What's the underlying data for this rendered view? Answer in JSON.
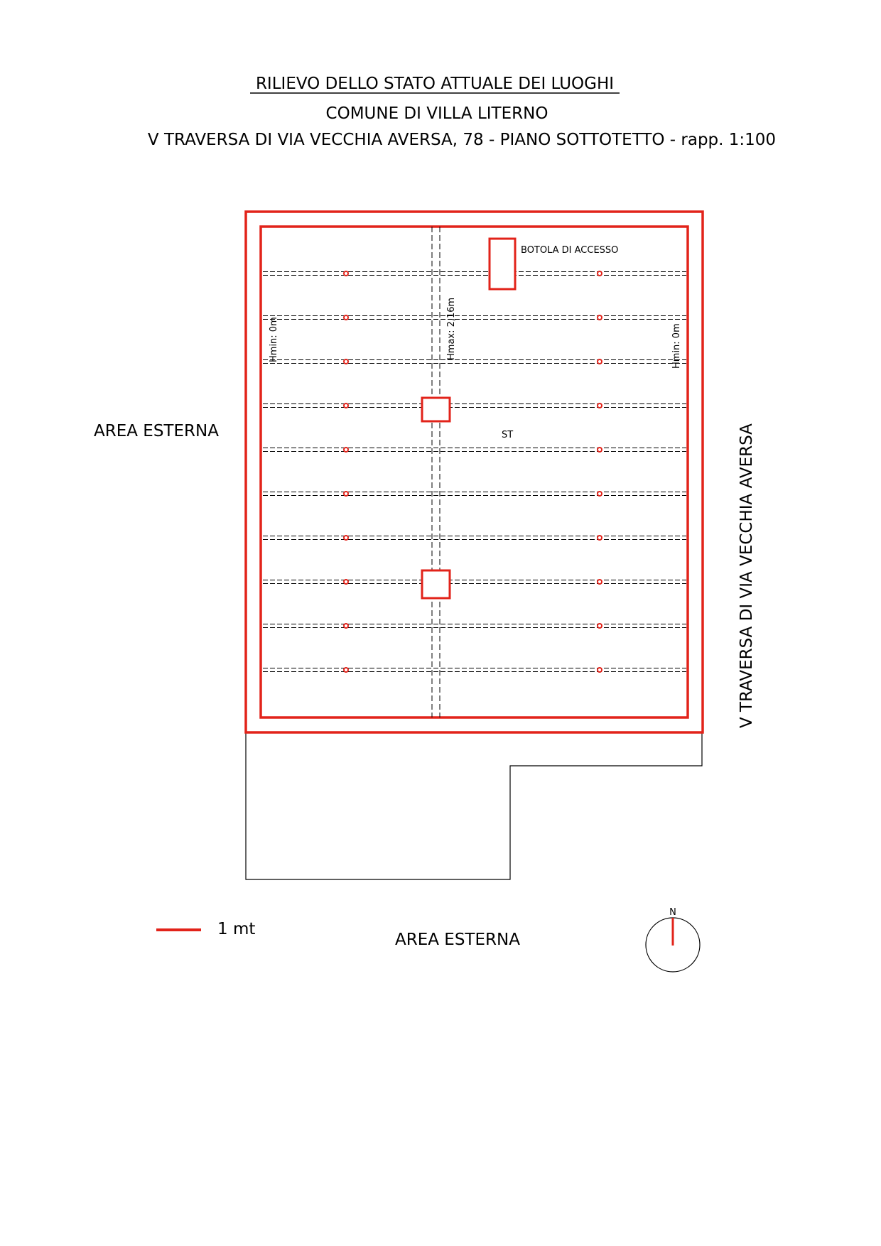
{
  "header": {
    "line1": "RILIEVO  DELLO STATO ATTUALE DEI LUOGHI",
    "line2": "COMUNE DI VILLA LITERNO",
    "line3": "V TRAVERSA DI VIA VECCHIA AVERSA, 78 - PIANO SOTTOTETTO -  rapp. 1:100"
  },
  "plan": {
    "access_hatch_label": "BOTOLA DI ACCESSO",
    "room_label": "ST",
    "hmin_left": "Hmin: 0m",
    "hmax_center": "Hmax: 2,16m",
    "hmin_right": "Hmin: 0m",
    "joist_count": 10
  },
  "surroundings": {
    "west_label": "AREA ESTERNA",
    "south_label": "AREA ESTERNA",
    "east_label": "V TRAVERSA DI VIA VECCHIA AVERSA"
  },
  "legend": {
    "scale_label": "1 mt",
    "north_label": "N"
  },
  "colors": {
    "outline_red": "#e2231a",
    "line_black": "#000000",
    "background": "#ffffff"
  }
}
